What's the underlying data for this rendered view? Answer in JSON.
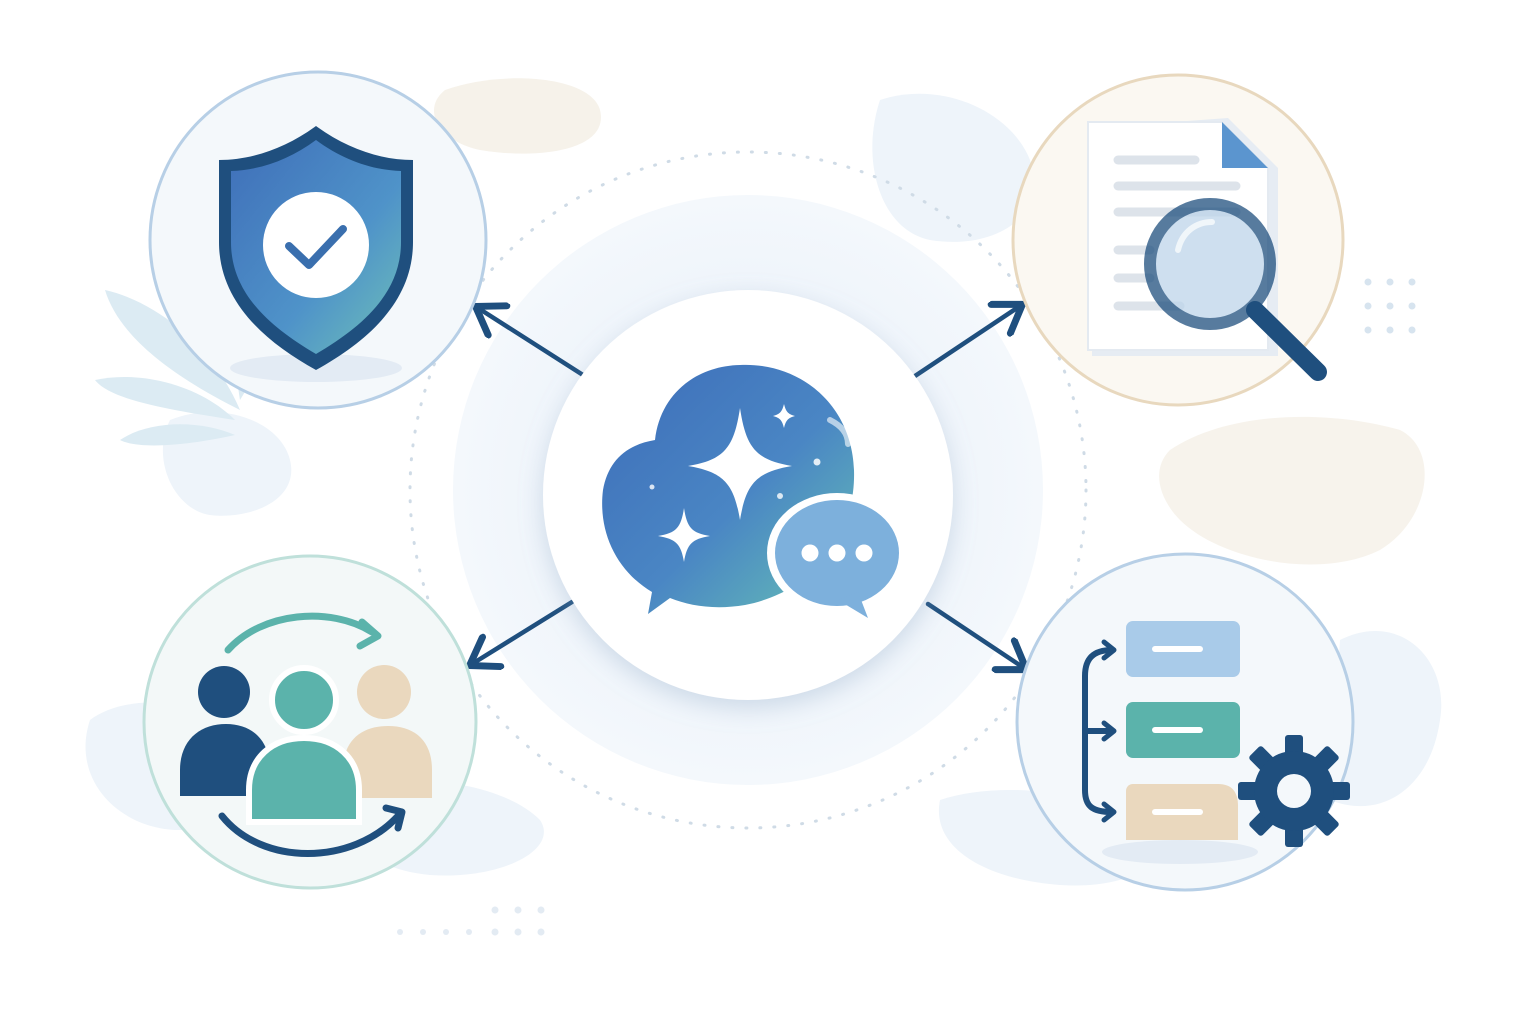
{
  "diagram": {
    "hub": {
      "icon": "ai-chat-sparkle-icon"
    },
    "nodes": [
      {
        "id": "security",
        "icon": "shield-check-icon",
        "position": "top-left"
      },
      {
        "id": "document-analysis",
        "icon": "document-search-icon",
        "position": "top-right"
      },
      {
        "id": "collaboration",
        "icon": "team-cycle-icon",
        "position": "bottom-left"
      },
      {
        "id": "workflow-automation",
        "icon": "workflow-gear-icon",
        "position": "bottom-right"
      }
    ],
    "connections": [
      {
        "from": "hub",
        "to": "security",
        "arrow": "end"
      },
      {
        "from": "hub",
        "to": "document-analysis",
        "arrow": "end"
      },
      {
        "from": "hub",
        "to": "collaboration",
        "arrow": "end"
      },
      {
        "from": "hub",
        "to": "workflow-automation",
        "arrow": "end"
      }
    ]
  },
  "colors": {
    "navy": "#1f4f7e",
    "blue": "#4a84c6",
    "teal": "#5bb3ab",
    "light_blue": "#a9cbe9",
    "sand": "#ead8be",
    "background_blob": "#eef4fa"
  }
}
